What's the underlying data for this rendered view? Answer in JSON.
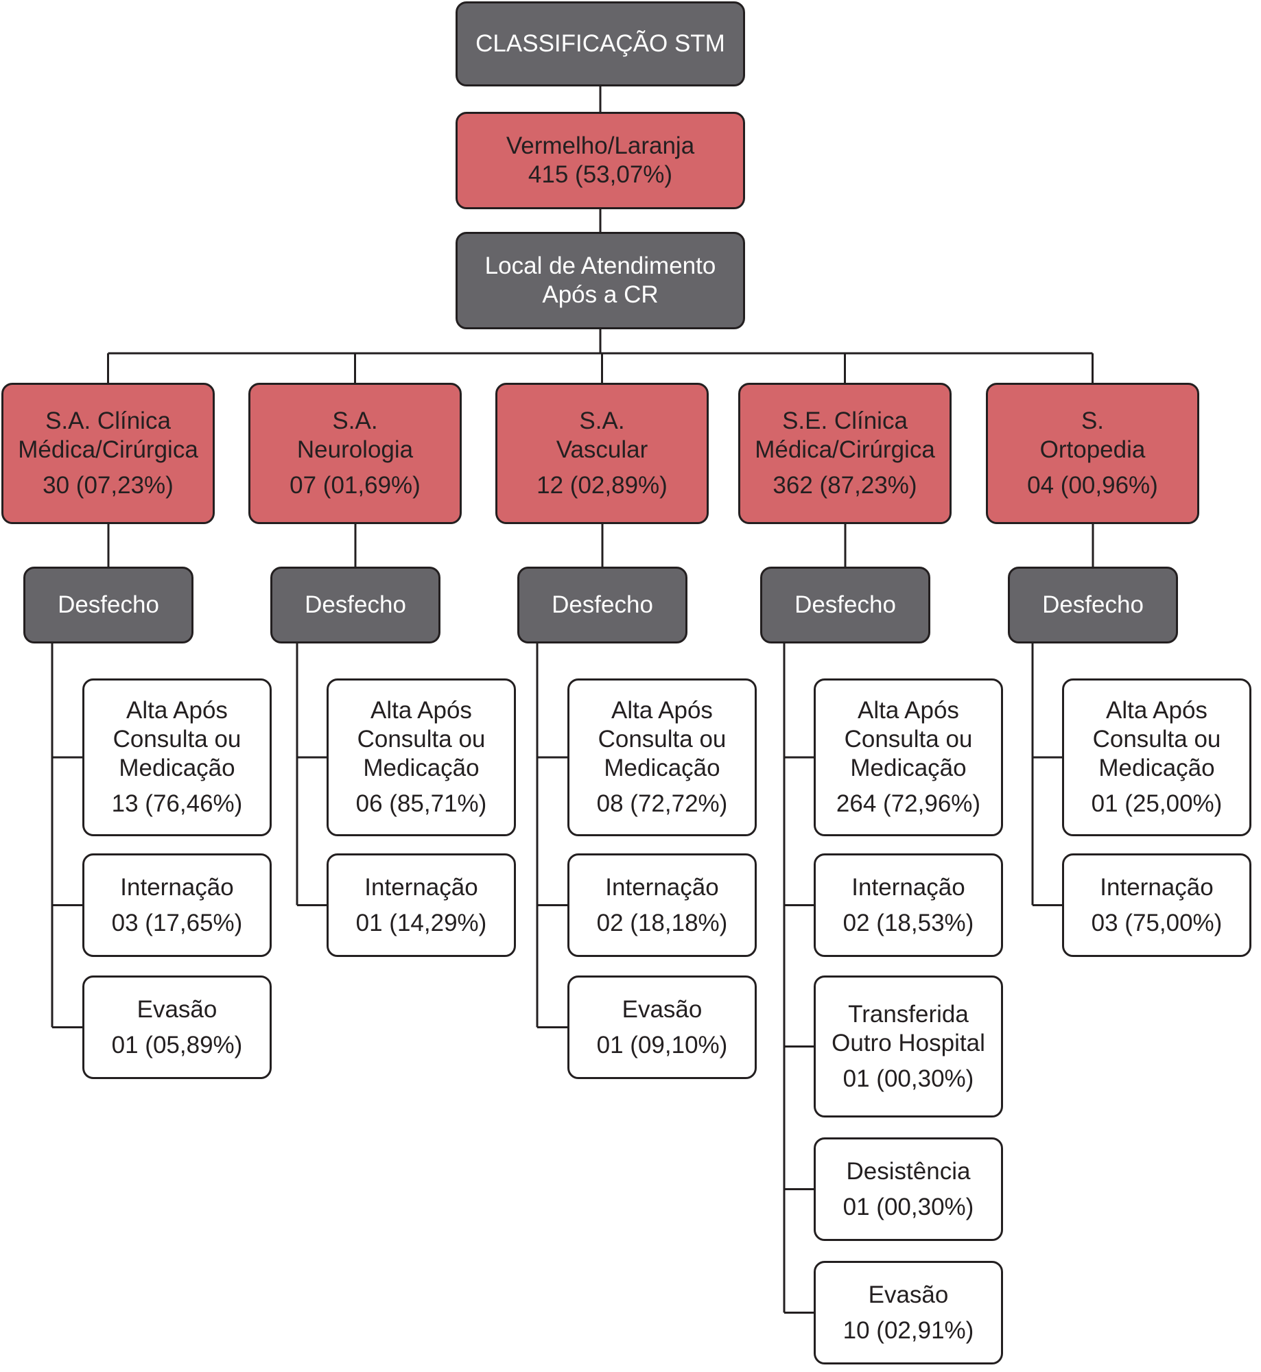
{
  "root": {
    "title": "CLASSIFICAÇÃO STM"
  },
  "category": {
    "label": "Vermelho/Laranja",
    "value": "415 (53,07%)"
  },
  "location": {
    "line1": "Local de Atendimento",
    "line2": "Após a CR"
  },
  "sectors": [
    {
      "line1": "S.A. Clínica",
      "line2": "Médica/Cirúrgica",
      "value": "30 (07,23%)",
      "outcome_label": "Desfecho",
      "outcomes": [
        {
          "lines": [
            "Alta Após",
            "Consulta ou",
            "Medicação"
          ],
          "value": "13 (76,46%)"
        },
        {
          "lines": [
            "Internação"
          ],
          "value": "03 (17,65%)"
        },
        {
          "lines": [
            "Evasão"
          ],
          "value": "01 (05,89%)"
        }
      ]
    },
    {
      "line1": "S.A.",
      "line2": "Neurologia",
      "value": "07 (01,69%)",
      "outcome_label": "Desfecho",
      "outcomes": [
        {
          "lines": [
            "Alta Após",
            "Consulta ou",
            "Medicação"
          ],
          "value": "06 (85,71%)"
        },
        {
          "lines": [
            "Internação"
          ],
          "value": "01 (14,29%)"
        }
      ]
    },
    {
      "line1": "S.A.",
      "line2": "Vascular",
      "value": "12 (02,89%)",
      "outcome_label": "Desfecho",
      "outcomes": [
        {
          "lines": [
            "Alta Após",
            "Consulta ou",
            "Medicação"
          ],
          "value": "08 (72,72%)"
        },
        {
          "lines": [
            "Internação"
          ],
          "value": "02 (18,18%)"
        },
        {
          "lines": [
            "Evasão"
          ],
          "value": "01 (09,10%)"
        }
      ]
    },
    {
      "line1": "S.E. Clínica",
      "line2": "Médica/Cirúrgica",
      "value": "362 (87,23%)",
      "outcome_label": "Desfecho",
      "outcomes": [
        {
          "lines": [
            "Alta Após",
            "Consulta ou",
            "Medicação"
          ],
          "value": "264 (72,96%)"
        },
        {
          "lines": [
            "Internação"
          ],
          "value": "02 (18,53%)"
        },
        {
          "lines": [
            "Transferida",
            "Outro Hospital"
          ],
          "value": "01 (00,30%)"
        },
        {
          "lines": [
            "Desistência"
          ],
          "value": "01 (00,30%)"
        },
        {
          "lines": [
            "Evasão"
          ],
          "value": "10 (02,91%)"
        }
      ]
    },
    {
      "line1": "S.",
      "line2": "Ortopedia",
      "value": "04 (00,96%)",
      "outcome_label": "Desfecho",
      "outcomes": [
        {
          "lines": [
            "Alta Após",
            "Consulta ou",
            "Medicação"
          ],
          "value": "01 (25,00%)"
        },
        {
          "lines": [
            "Internação"
          ],
          "value": "03 (75,00%)"
        }
      ]
    }
  ],
  "colors": {
    "gray_box": "#666569",
    "red_box": "#d4666a",
    "line": "#231f20"
  }
}
